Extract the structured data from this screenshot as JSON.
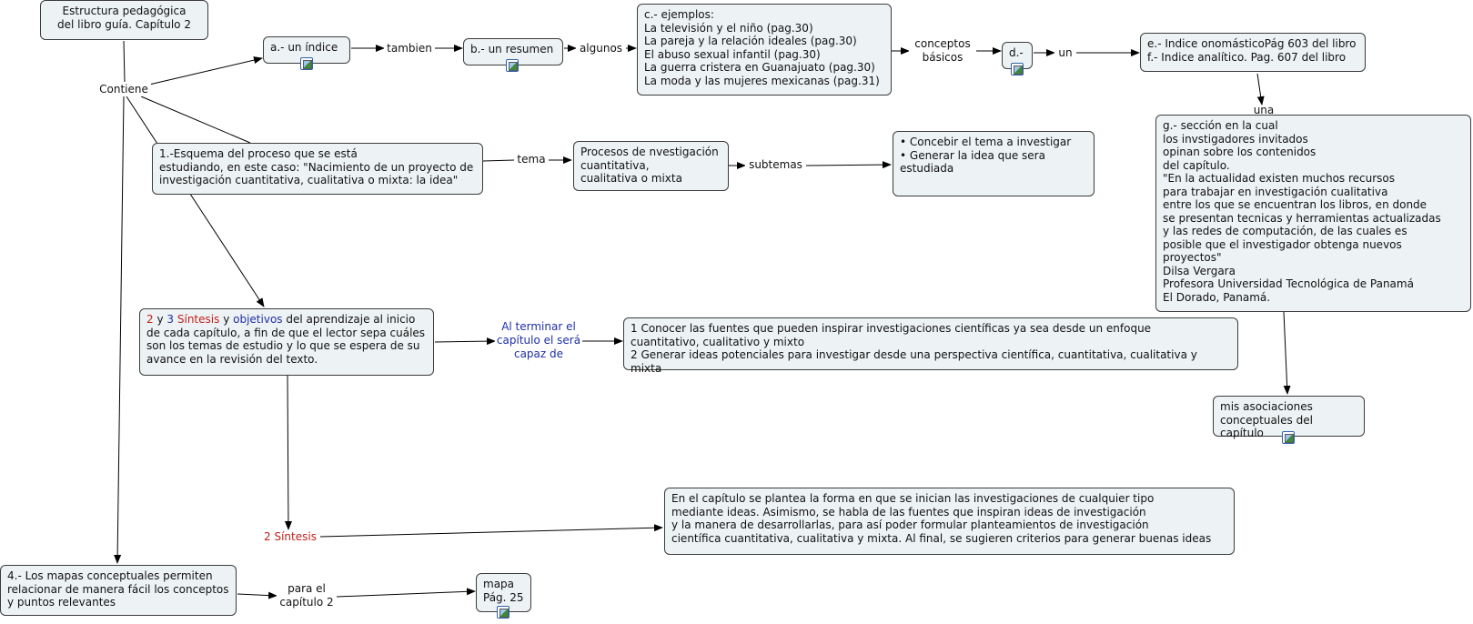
{
  "nodes": {
    "root": "Estructura pedagógica\ndel libro guía. Capítulo 2",
    "a": "a.- un índice",
    "b": "b.- un resumen",
    "c": "c.- ejemplos:\nLa televisión y el niño (pag.30)\nLa pareja y la relación ideales (pag.30)\nEl abuso sexual infantil (pag.30)\nLa guerra cristera en Guanajuato (pag.30)\nLa moda y las mujeres mexicanas (pag.31)",
    "d": "d.-",
    "ef": "e.- Indice onomásticoPág 603 del libro\nf.- Indice analítico. Pag. 607 del libro",
    "g": "g.- sección en la cual\nlos invstigadores invitados\nopinan sobre los contenidos\ndel capítulo.\n\"En la actualidad existen muchos recursos\npara trabajar en investigación cualitativa\nentre los que se encuentran los libros, en donde\nse presentan tecnicas y herramientas actualizadas\ny las redes de computación, de las cuales es\nposible que el investigador obtenga nuevos proyectos\"\nDilsa Vergara\nProfesora Universidad Tecnológica de Panamá\nEl Dorado, Panamá.",
    "one": "1.-Esquema del proceso que se está\nestudiando, en este caso: \"Nacimiento de un proyecto de\ninvestigación cuantitativa, cualitativa o mixta: la idea\"",
    "procesos": "Procesos de nvestigación\ncuantitativa,\ncualitativa o mixta",
    "subtemas_box": [
      "Concebir el tema a investigar",
      "Generar la idea que sera estudiada"
    ],
    "two_three": {
      "n2": "2",
      "y1": "y",
      "n3": "3",
      "sintesis": "Síntesis",
      "y2": "y",
      "objetivos": "objetivos",
      "rest": "del aprendizaje al inicio de cada capítulo, a fin de que el lector sepa cuáles son los temas de estudio y lo que se espera de su avance en la revisión del texto."
    },
    "goals": "1 Conocer las fuentes que pueden inspirar investigaciones científicas ya sea desde un enfoque\ncuantitativo, cualitativo y mixto\n2 Generar ideas potenciales para investigar desde una perspectiva científica, cuantitativa, cualitativa y mixta",
    "asociaciones": "mis asociaciones\nconceptuales del capítulo",
    "resumen_cap": "En el capítulo se plantea la forma en que se inician las investigaciones de cualquier tipo\nmediante ideas. Asimismo, se habla de las fuentes que inspiran ideas de investigación\ny la manera de desarrollarlas, para así poder formular planteamientos de investigación\ncientífica cuantitativa, cualitativa y mixta. Al final, se sugieren criterios para generar buenas ideas",
    "four": "4.- Los mapas conceptuales permiten\nrelacionar de manera fácil los conceptos\ny puntos relevantes",
    "mapa": "mapa\nPág. 25"
  },
  "links": {
    "contiene": "Contiene",
    "tambien": "tambien",
    "algunos": "algunos",
    "conceptos": "conceptos\nbásicos",
    "un": "un",
    "una": "una",
    "tema": "tema",
    "subtemas": "subtemas",
    "al_terminar": "Al terminar el\ncapítulo el será\ncapaz de",
    "dos_sintesis": "2 Síntesis",
    "para_el": "para el\ncapítulo 2"
  },
  "colors": {
    "node_fill": "#edf2f4",
    "node_border": "#3c3c3c",
    "red": "#c0201b",
    "blue": "#1f2fa6"
  }
}
